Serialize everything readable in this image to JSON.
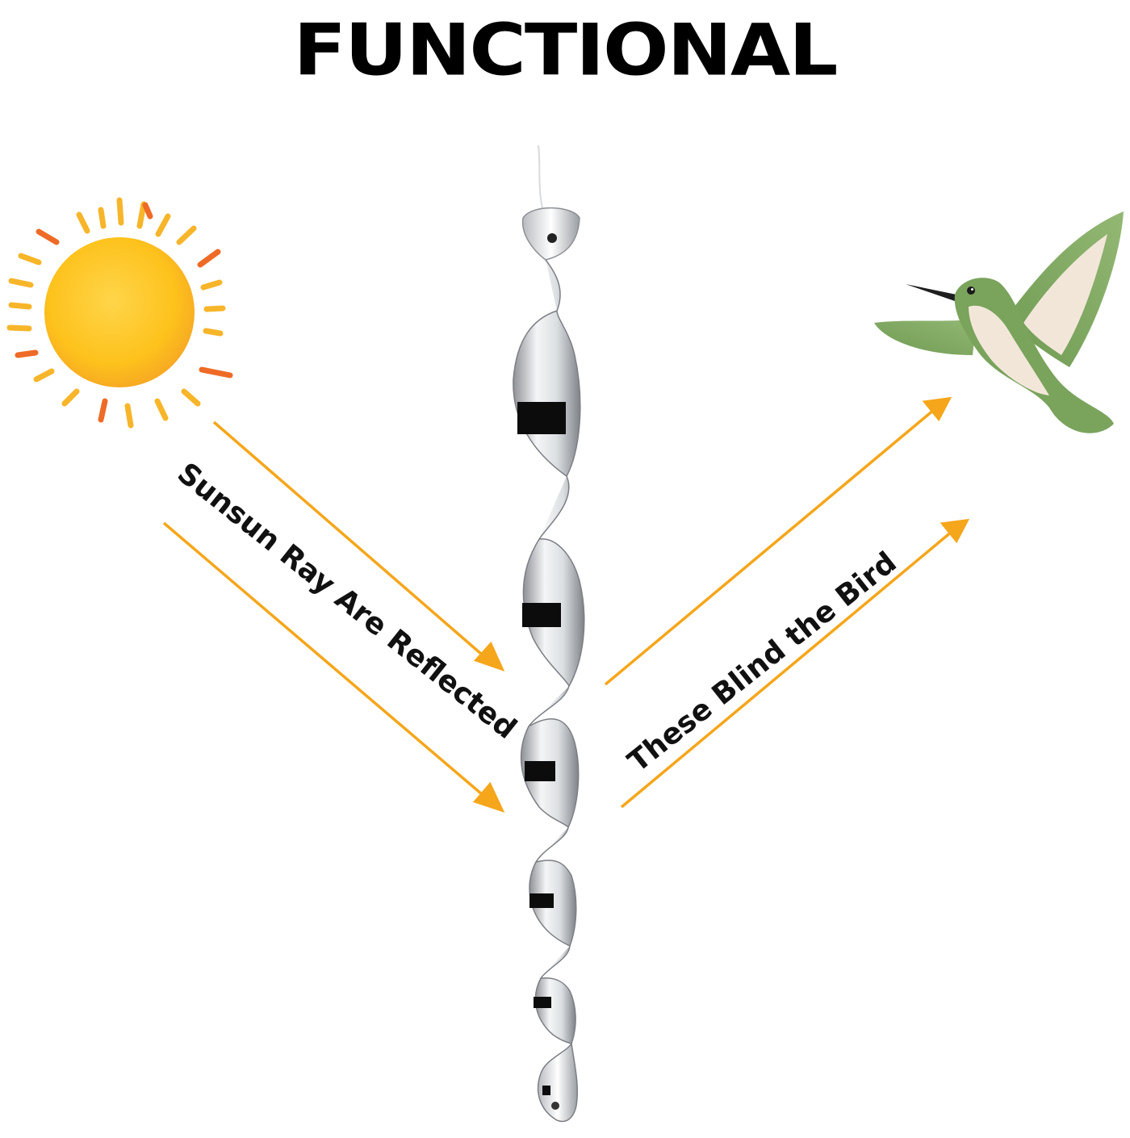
{
  "title": "FUNCTIONAL",
  "labels": {
    "incoming": "Sunsun Ray Are Reflected",
    "outgoing": "These Blind the Bird"
  },
  "colors": {
    "arrow": "#f5a61b",
    "sun_core": "#fdc21c",
    "sun_ray_yellow": "#f7b52a",
    "sun_ray_orange": "#ee6b27",
    "bird_green": "#7aa35c",
    "bird_cream": "#f2e6d9",
    "spinner_silver": "#cfd2d6"
  },
  "icons": {
    "sun": "sun-icon",
    "bird": "hummingbird-icon",
    "spinner": "reflective-spiral-spinner"
  }
}
